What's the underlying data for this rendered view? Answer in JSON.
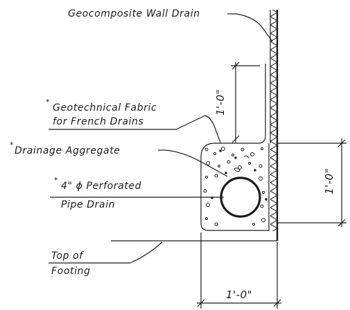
{
  "labels": {
    "wall_drain": "Geocomposite Wall Drain",
    "fabric_line1": "Geotechnical Fabric",
    "fabric_line2": "for French Drains",
    "aggregate": "Drainage Aggregate",
    "pipe_line1": "4\" ϕ Perforated",
    "pipe_line2": "Pipe Drain",
    "footing_line1": "Top of",
    "footing_line2": "Footing",
    "asterisk": "*"
  },
  "dimensions": {
    "vertical_upper": "1'-0\"",
    "vertical_right": "1'-0\"",
    "horizontal_bottom": "1'-0\""
  }
}
